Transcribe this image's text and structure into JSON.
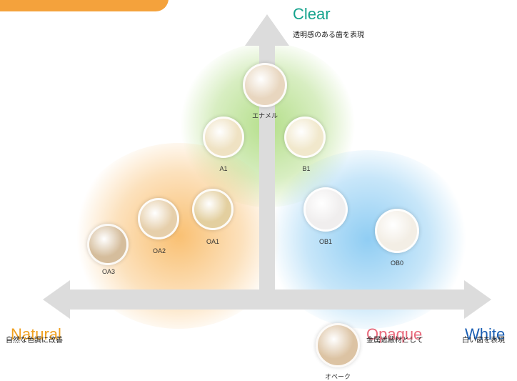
{
  "colors": {
    "clear": "#16a38d",
    "natural": "#f0a020",
    "opaque": "#e96a7c",
    "white": "#1b5fb4",
    "tag": "#f4a23c",
    "axis": "#dcdcdc",
    "glow_green": "#a8d977",
    "glow_orange": "#f8b55a",
    "glow_blue": "#84c8f2"
  },
  "categories": {
    "clear": {
      "title": "Clear",
      "subtitle": "透明感のある歯を表現"
    },
    "natural": {
      "title": "Natural",
      "subtitle": "自然な色調に改善"
    },
    "opaque": {
      "title": "Opaque",
      "subtitle": "金属遮蔽材として"
    },
    "white": {
      "title": "White",
      "subtitle": "白い歯を表現"
    }
  },
  "samples": [
    {
      "id": "enamel",
      "label": "エナメル",
      "color": "#e8d6bf"
    },
    {
      "id": "a1",
      "label": "A1",
      "color": "#efe2c3"
    },
    {
      "id": "b1",
      "label": "B1",
      "color": "#f1e8cc"
    },
    {
      "id": "oa1",
      "label": "OA1",
      "color": "#e3cf9f"
    },
    {
      "id": "oa2",
      "label": "OA2",
      "color": "#e6cfab"
    },
    {
      "id": "oa3",
      "label": "OA3",
      "color": "#d5bd9c"
    },
    {
      "id": "ob1",
      "label": "OB1",
      "color": "#f0eeee"
    },
    {
      "id": "ob0",
      "label": "OB0",
      "color": "#f3eee5"
    },
    {
      "id": "opaque",
      "label": "オペーク",
      "color": "#dcc3a3"
    }
  ]
}
